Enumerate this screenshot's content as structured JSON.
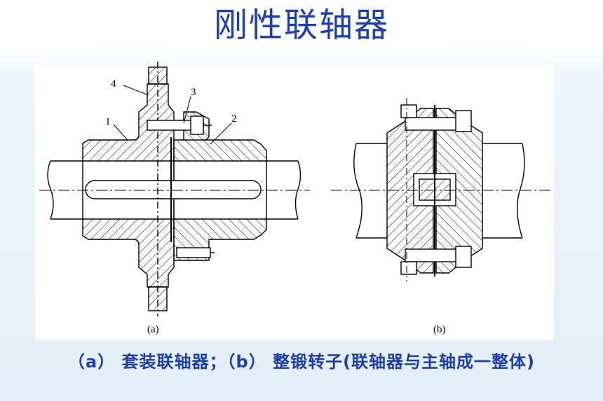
{
  "slide": {
    "title": "刚性联轴器",
    "caption": "（a） 套装联轴器；（b） 整锻转子(联轴器与主轴成一整体)"
  },
  "figure_a": {
    "label": "(a)",
    "callouts": [
      "1",
      "2",
      "3",
      "4"
    ]
  },
  "figure_b": {
    "label": "(b)"
  },
  "colors": {
    "title": "#1f3fa6",
    "caption": "#1f3fa6",
    "line": "#000000"
  }
}
